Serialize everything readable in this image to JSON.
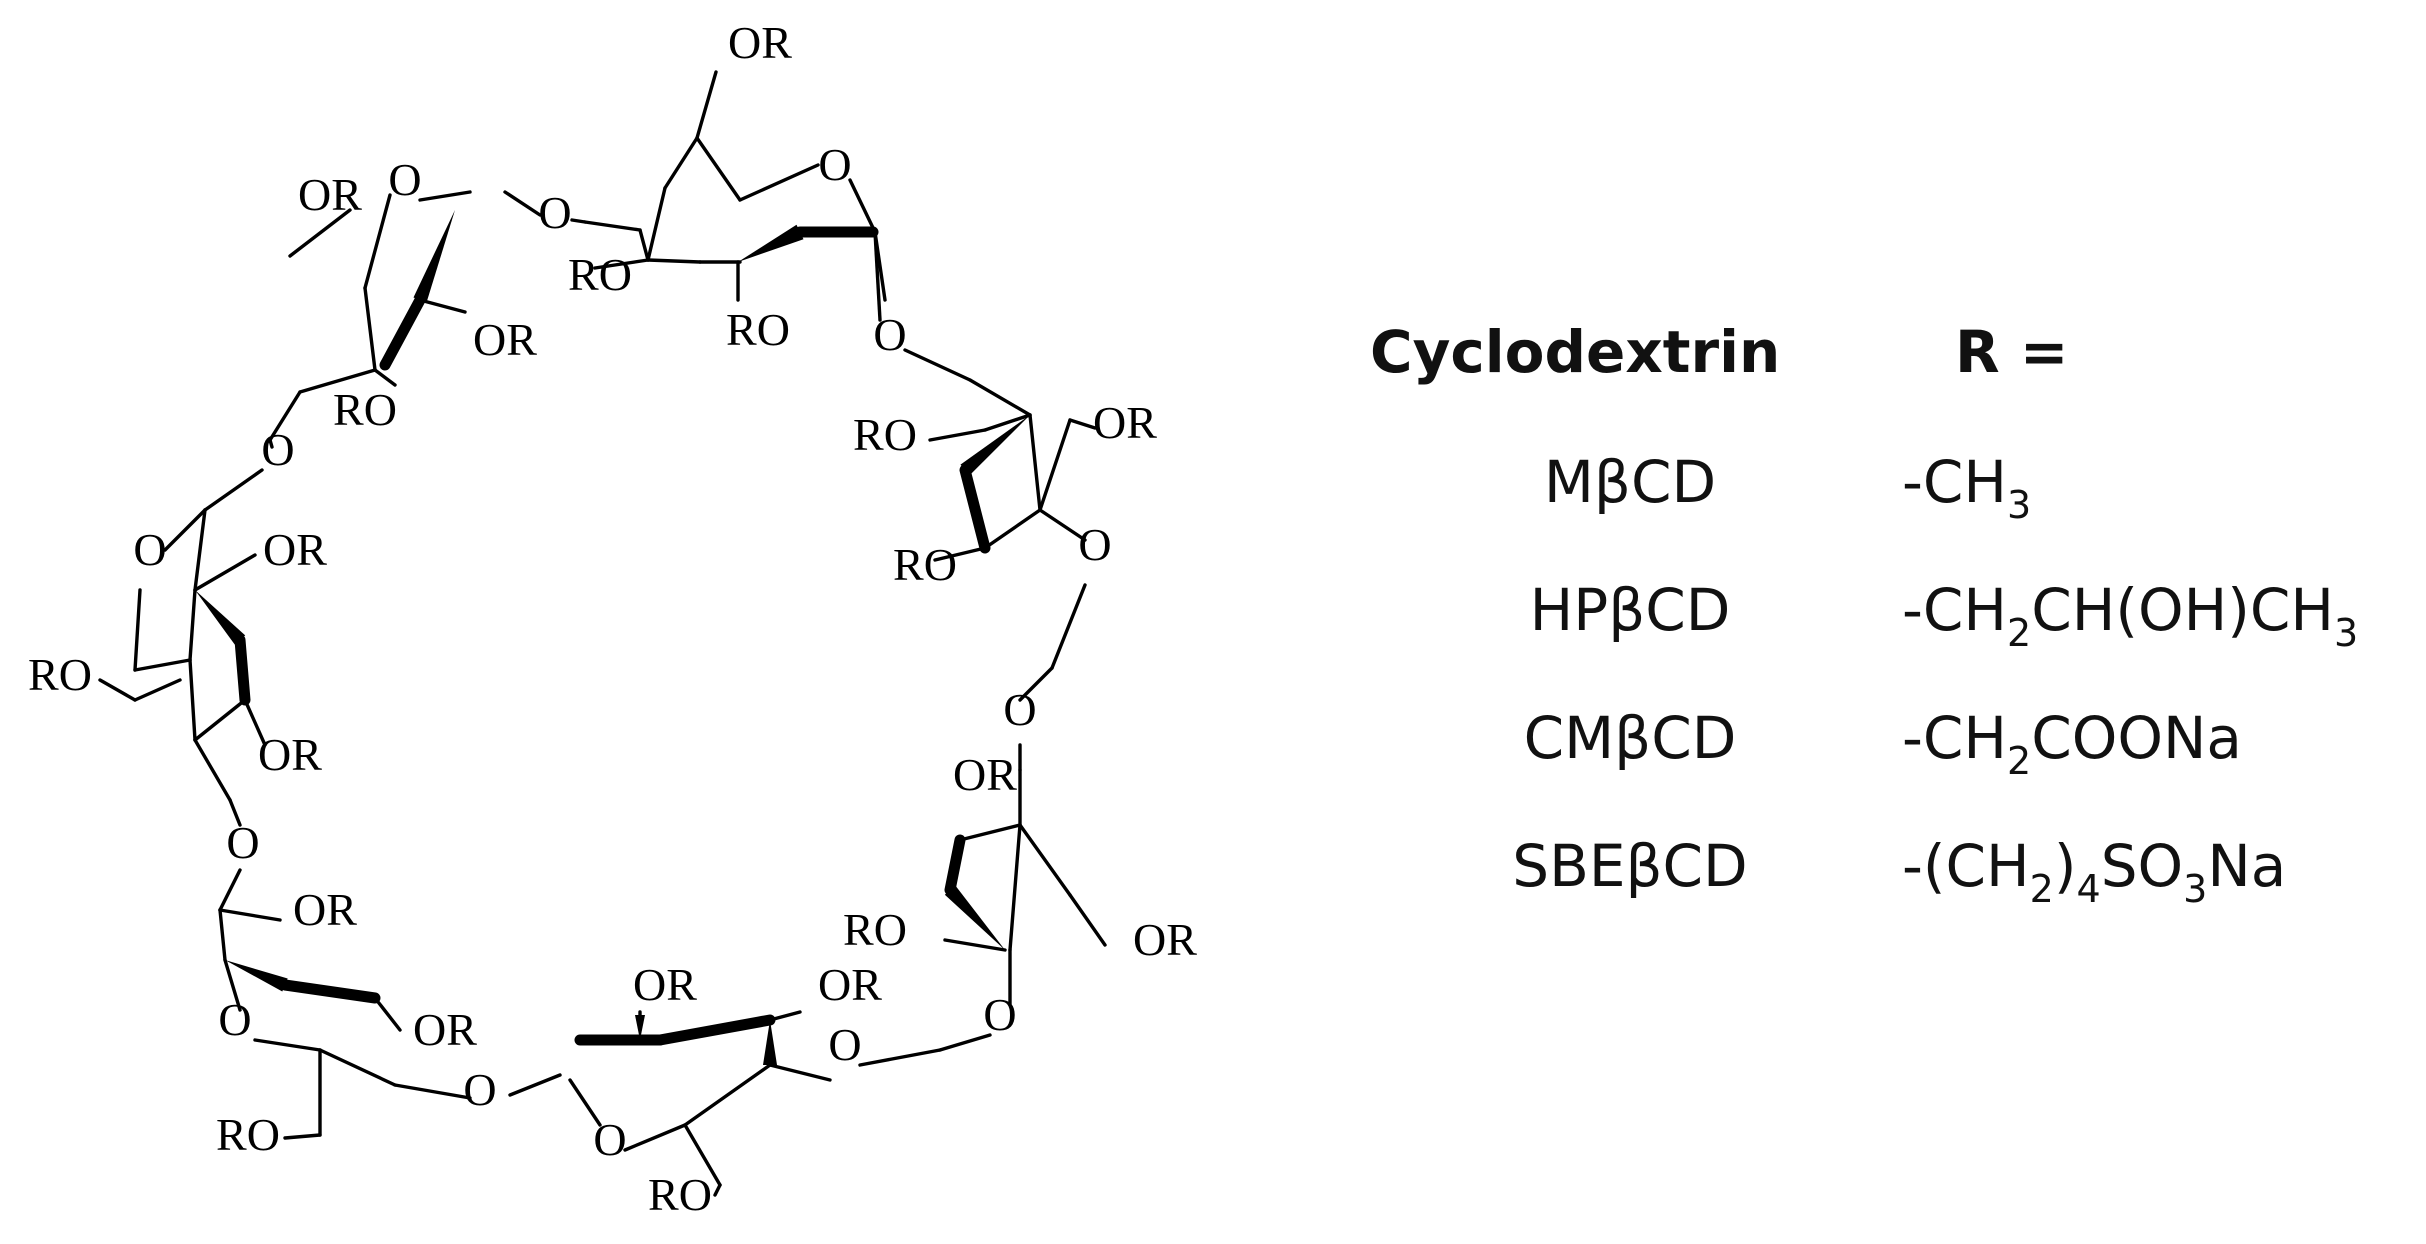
{
  "structure": {
    "group_label": "OR",
    "group_label_reversed": "RO",
    "ring_oxygen": "O",
    "linkage_oxygen": "O"
  },
  "table": {
    "header_name": "Cyclodextrin",
    "header_group": "R =",
    "rows": [
      {
        "name": "MβCD",
        "group_parts": [
          {
            "t": "-CH"
          },
          {
            "t": "3",
            "sub": true
          }
        ]
      },
      {
        "name": "HPβCD",
        "group_parts": [
          {
            "t": "-CH"
          },
          {
            "t": "2",
            "sub": true
          },
          {
            "t": "CH(OH)CH"
          },
          {
            "t": "3",
            "sub": true
          }
        ]
      },
      {
        "name": "CMβCD",
        "group_parts": [
          {
            "t": "-CH"
          },
          {
            "t": "2",
            "sub": true
          },
          {
            "t": "COONa"
          }
        ]
      },
      {
        "name": "SBEβCD",
        "group_parts": [
          {
            "t": "-(CH"
          },
          {
            "t": "2",
            "sub": true
          },
          {
            "t": ")"
          },
          {
            "t": "4",
            "sub": true
          },
          {
            "t": "SO"
          },
          {
            "t": "3",
            "sub": true
          },
          {
            "t": "Na"
          }
        ]
      }
    ]
  }
}
